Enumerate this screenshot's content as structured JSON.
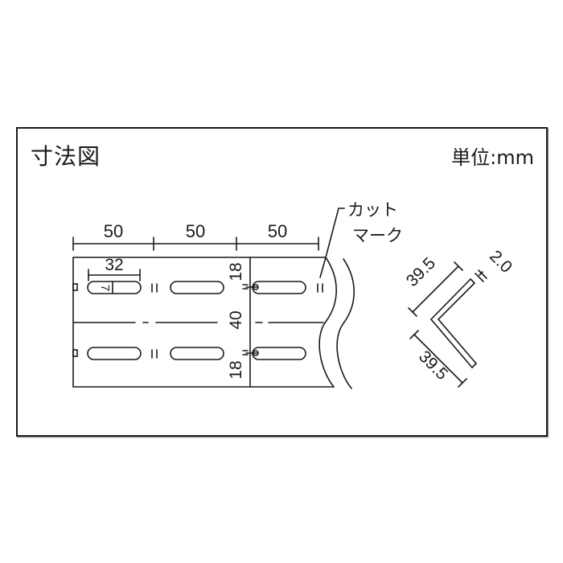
{
  "header": {
    "title": "寸法図",
    "unit_label": "単位:mm"
  },
  "plate_view": {
    "pitch_labels": [
      "50",
      "50",
      "50"
    ],
    "slot_length": "32",
    "slot_width": "7",
    "edge_to_slot_top": "18",
    "slot_to_slot_vertical": "40",
    "edge_to_slot_bottom": "18",
    "cut_mark_label_line1": "カット",
    "cut_mark_label_line2": "マーク"
  },
  "section_view": {
    "leg_a": "39.5",
    "leg_b": "39.5",
    "thickness": "2.0"
  },
  "colors": {
    "line": "#1a1a1a",
    "background": "#ffffff"
  }
}
